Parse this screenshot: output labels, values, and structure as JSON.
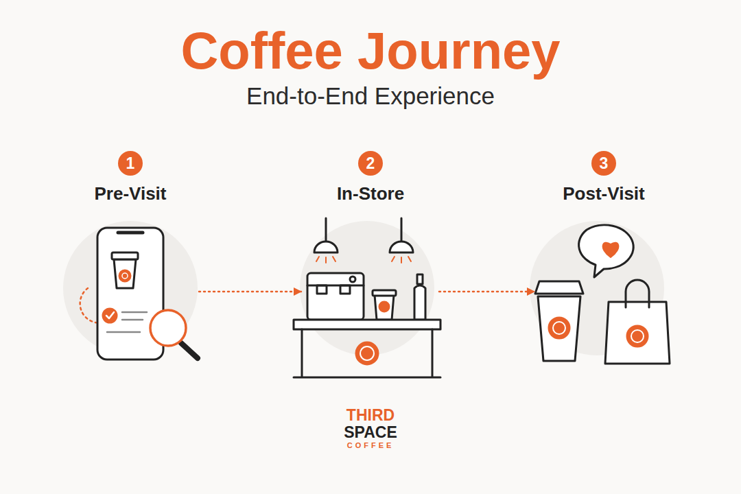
{
  "diagram": {
    "title": "Coffee Journey",
    "nodes": [
      {
        "text": [
          "1",
          "Pre-Visit"
        ]
      },
      {
        "text": [
          "2",
          "In-Store"
        ]
      },
      {
        "text": [
          "3",
          "Post-Visit"
        ]
      }
    ],
    "edges": [
      {
        "from": 0,
        "to": 1,
        "arrow": "to"
      },
      {
        "from": 1,
        "to": 2,
        "arrow": "to"
      }
    ],
    "labels": [
      "End-to-End Experience",
      "THIRD",
      "SPACE",
      "COFFEE"
    ]
  }
}
